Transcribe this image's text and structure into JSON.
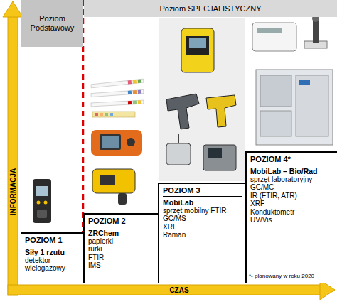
{
  "diagram": {
    "nodes": [
      {
        "text": [
          "Poziom Podstawowy"
        ]
      },
      {
        "text": [
          "Poziom SPECJALISTYCZNY"
        ]
      },
      {
        "text": [
          "POZIOM 1",
          "Siły 1 rzutu",
          "detektor wielogazowy"
        ]
      },
      {
        "text": [
          "POZIOM 2",
          "ZRChem",
          "papierki",
          "rurki",
          "FTIR",
          "IMS"
        ]
      },
      {
        "text": [
          "POZIOM 3",
          "MobiLab",
          "sprzęt mobilny FTIR",
          "GC/MS",
          "XRF",
          "Raman"
        ]
      },
      {
        "text": [
          "POZIOM 4*",
          "MobiLab – Bio/Rad",
          "sprzęt laboratoryjny",
          "GC/MC",
          "IR (FTIR, ATR)",
          "XRF",
          "Konduktometr",
          "UV/Vis"
        ]
      }
    ],
    "labels": [
      "INFORMACJA",
      "CZAS",
      "*- planowany w roku 2020"
    ]
  }
}
